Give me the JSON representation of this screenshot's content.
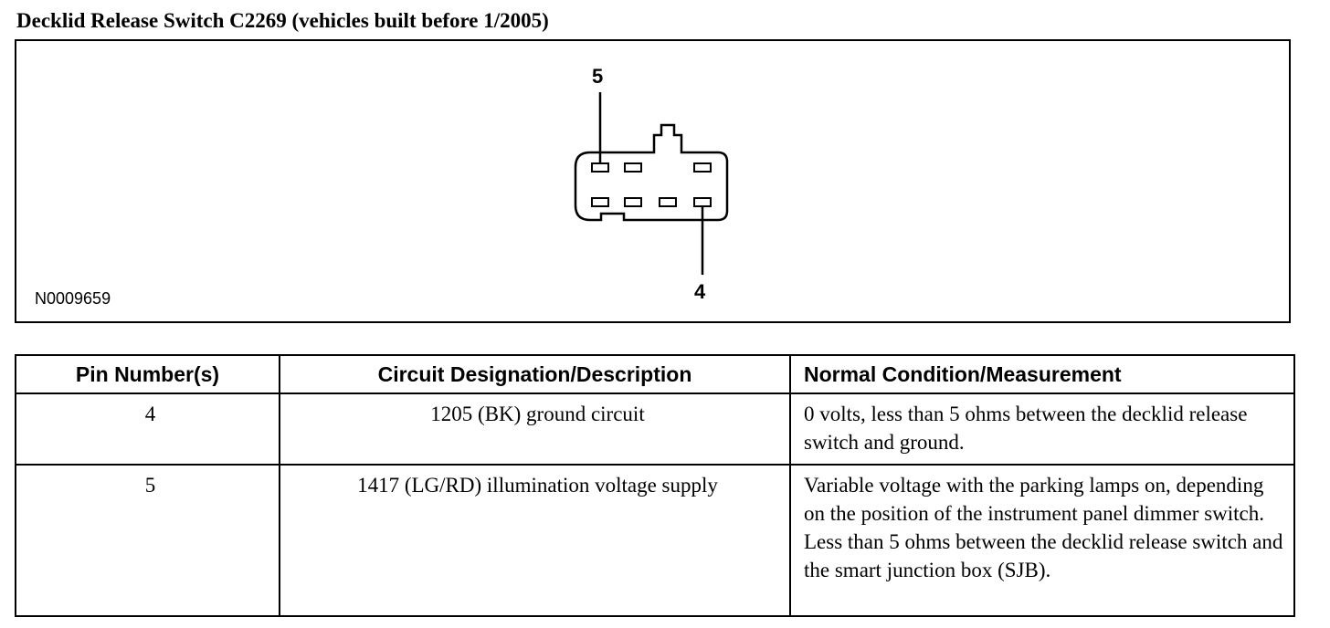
{
  "document": {
    "title": "Decklid Release Switch C2269 (vehicles built before 1/2005)"
  },
  "diagram": {
    "figure_id": "N0009659",
    "pin_top_label": "5",
    "pin_bottom_label": "4"
  },
  "table": {
    "headers": [
      "Pin Number(s)",
      "Circuit Designation/Description",
      "Normal Condition/Measurement"
    ],
    "rows": [
      {
        "pin": "4",
        "circuit": "1205 (BK) ground circuit",
        "measurement": "0 volts, less than 5 ohms between the decklid release switch and ground."
      },
      {
        "pin": "5",
        "circuit": "1417 (LG/RD) illumination voltage supply",
        "measurement": "Variable voltage with the parking lamps on, depending on the position of the instrument panel dimmer switch. Less than 5 ohms between the decklid release switch and the smart junction box (SJB)."
      }
    ]
  }
}
